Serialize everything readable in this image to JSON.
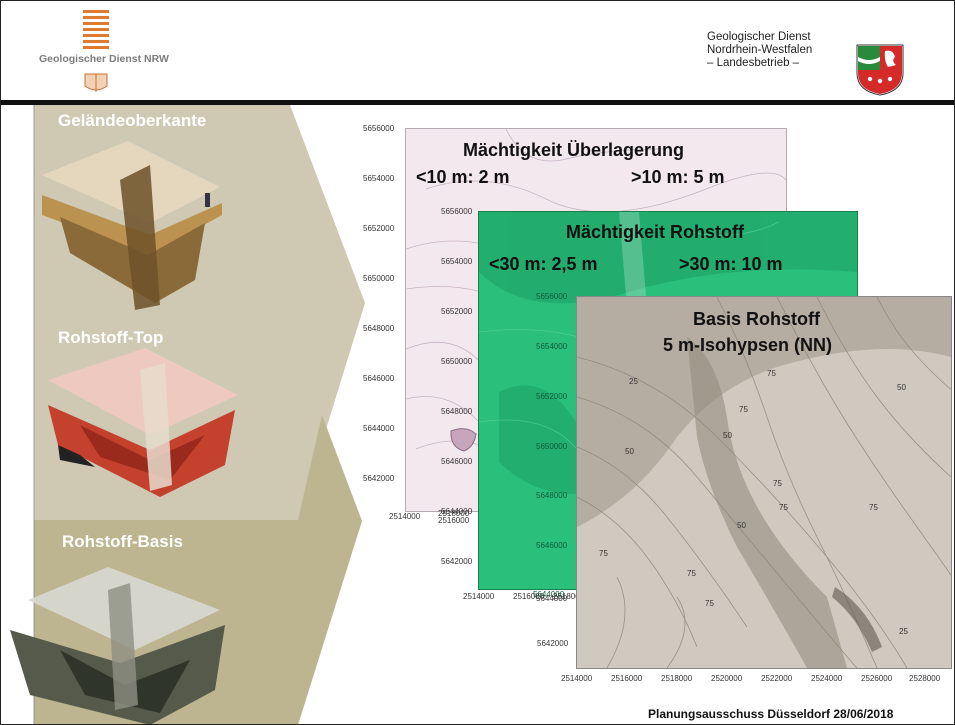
{
  "header": {
    "logo_left_text": "Geologischer Dienst NRW",
    "agency_lines": [
      "Geologischer Dienst",
      "Nordrhein-Westfalen",
      "– Landesbetrieb –"
    ]
  },
  "left_panel": {
    "sections": [
      {
        "label": "Geländeoberkante",
        "image_icon": "terrain-surface-3d-render"
      },
      {
        "label": "Rohstoff-Top",
        "image_icon": "resource-top-3d-render"
      },
      {
        "label": "Rohstoff-Basis",
        "image_icon": "resource-base-3d-render"
      }
    ]
  },
  "maps": {
    "overburden": {
      "title": "Mächtigkeit Überlagerung",
      "legend_left": "<10 m: 2 m",
      "legend_right": ">10 m: 5 m",
      "y_ticks": [
        "5656000",
        "5654000",
        "5652000",
        "5650000",
        "5648000",
        "5646000",
        "5644000",
        "5642000"
      ],
      "x_tick": "2514000"
    },
    "resource_thickness": {
      "title": "Mächtigkeit Rohstoff",
      "legend_left": "<30 m: 2,5 m",
      "legend_right": ">30 m: 10 m",
      "y_ticks": [
        "5656000",
        "5654000",
        "5652000",
        "5650000",
        "5648000",
        "5646000",
        "5644000",
        "5642000"
      ],
      "x_ticks": [
        "2514000",
        "2516000",
        "2518000"
      ],
      "stacked_ticks": [
        "2516000",
        "2518000",
        "5644000",
        "5656000",
        "5654000",
        "5652000",
        "5650000",
        "5648000",
        "5646000"
      ]
    },
    "resource_base": {
      "title": "Basis Rohstoff",
      "subtitle": "5 m-Isohypsen (NN)",
      "y_ticks": [
        "5644000",
        "5642000"
      ],
      "x_ticks": [
        "2514000",
        "2516000",
        "2518000",
        "2520000",
        "2522000",
        "2524000",
        "2526000",
        "2528000"
      ],
      "contour_labels": [
        "25",
        "75",
        "50",
        "75",
        "50",
        "50",
        "75",
        "50",
        "75",
        "75",
        "75",
        "75",
        "75",
        "25"
      ]
    }
  },
  "footer": {
    "text": "Planungsausschuss Düsseldorf 28/06/2018"
  },
  "colors": {
    "panel_light": "#cfc9b3",
    "panel_dark": "#bcb590",
    "green_map": "#2bbf7c",
    "pink_map": "#f4e8ef",
    "grey_map": "#bfb8ad"
  }
}
